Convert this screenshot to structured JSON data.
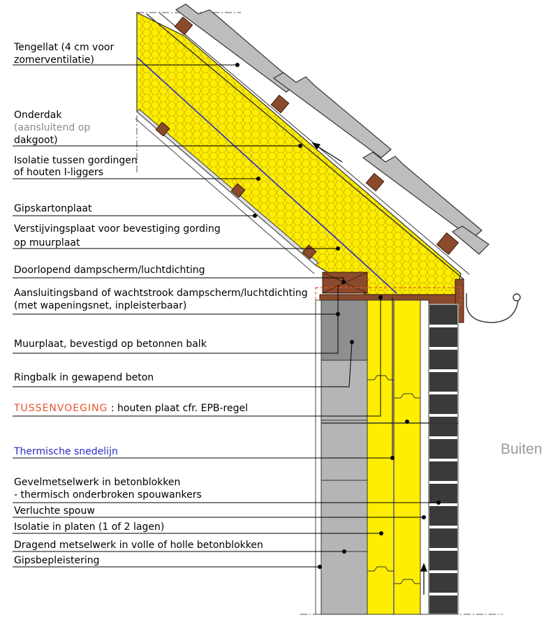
{
  "labels": {
    "tengellat": [
      "Tengellat (4 cm voor",
      "zomerventilatie)"
    ],
    "onderdak_title": "Onderdak",
    "onderdak_note": "(aansluitend op",
    "onderdak_tail": "dakgoot)",
    "isolatie_gordingen": [
      "Isolatie tussen gordingen",
      "of houten I-liggers"
    ],
    "gipskartonplaat": "Gipskartonplaat",
    "verstijvingsplaat": [
      "Verstijvingsplaat voor bevestiging gording",
      "op muurplaat"
    ],
    "dampscherm": "Doorlopend dampscherm/luchtdichting",
    "aansluitingsband": [
      "Aansluitingsband of wachtstrook dampscherm/luchtdichting",
      "(met wapeningsnet, inpleisterbaar)"
    ],
    "muurplaat": "Muurplaat, bevestigd op betonnen balk",
    "ringbalk": "Ringbalk in gewapend beton",
    "tussenvoeging_key": "TUSSENVOEGING",
    "tussenvoeging_rest": " : houten plaat cfr. EPB-regel",
    "snedelijn": "Thermische snedelijn",
    "gevelmetselwerk": [
      "Gevelmetselwerk in betonblokken",
      "- thermisch onderbroken spouwankers"
    ],
    "spouw": "Verluchte spouw",
    "isolatie_platen": "Isolatie in platen (1 of 2 lagen)",
    "dragend": "Dragend metselwerk in volle of holle betonblokken",
    "gipsbepleistering": "Gipsbepleistering",
    "buiten": "Buiten"
  },
  "colors": {
    "insulation": "#ffee00",
    "hex_pattern": "#c9b400",
    "roof_tile": "#bdbdbd",
    "wood": "#8b4a2b",
    "concrete": "#8f8f8f",
    "inner_block": "#b5b5b5",
    "brick": "#3a3a3a",
    "accent_red": "#e8552a",
    "accent_blue": "#2a2ac8"
  }
}
